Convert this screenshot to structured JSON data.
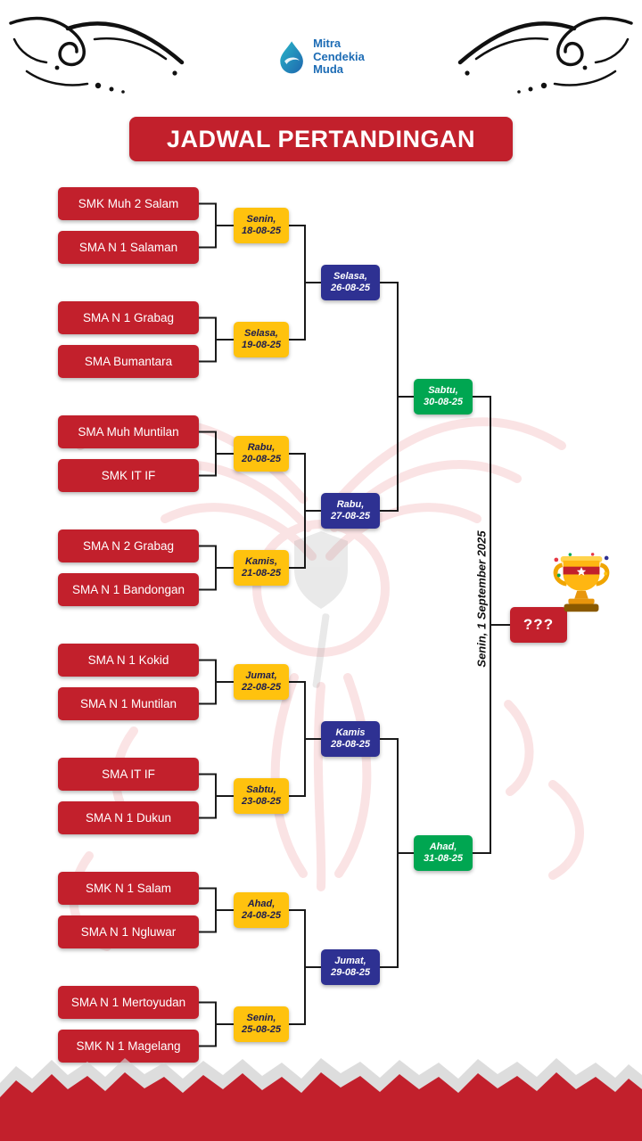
{
  "logo": {
    "line1": "Mitra",
    "line2": "Cendekia",
    "line3": "Muda"
  },
  "title": "JADWAL PERTANDINGAN",
  "colors": {
    "primary_red": "#C2202C",
    "round1_yellow": "#FFC20E",
    "round2_blue": "#2E3192",
    "round3_green": "#00A651",
    "logo_blue": "#1d6cb5"
  },
  "icons": {
    "trophy": "trophy-icon",
    "logo": "water-drop-logo-icon",
    "corners": "calligraphic-flourish"
  },
  "bracket": {
    "teams": [
      "SMK Muh 2 Salam",
      "SMA N 1 Salaman",
      "SMA N 1 Grabag",
      "SMA Bumantara",
      "SMA Muh Muntilan",
      "SMK IT IF",
      "SMA N 2 Grabag",
      "SMA N 1 Bandongan",
      "SMA N 1 Kokid",
      "SMA N 1 Muntilan",
      "SMA IT IF",
      "SMA N 1 Dukun",
      "SMK N 1 Salam",
      "SMA N 1 Ngluwar",
      "SMA N 1 Mertoyudan",
      "SMK N 1 Magelang"
    ],
    "round1": [
      {
        "day": "Senin,",
        "date": "18-08-25"
      },
      {
        "day": "Selasa,",
        "date": "19-08-25"
      },
      {
        "day": "Rabu,",
        "date": "20-08-25"
      },
      {
        "day": "Kamis,",
        "date": "21-08-25"
      },
      {
        "day": "Jumat,",
        "date": "22-08-25"
      },
      {
        "day": "Sabtu,",
        "date": "23-08-25"
      },
      {
        "day": "Ahad,",
        "date": "24-08-25"
      },
      {
        "day": "Senin,",
        "date": "25-08-25"
      }
    ],
    "round2": [
      {
        "day": "Selasa,",
        "date": "26-08-25"
      },
      {
        "day": "Rabu,",
        "date": "27-08-25"
      },
      {
        "day": "Kamis",
        "date": "28-08-25"
      },
      {
        "day": "Jumat,",
        "date": "29-08-25"
      }
    ],
    "round3": [
      {
        "day": "Sabtu,",
        "date": "30-08-25"
      },
      {
        "day": "Ahad,",
        "date": "31-08-25"
      }
    ],
    "final": {
      "label": "???",
      "date": "Senin, 1 September 2025"
    }
  }
}
